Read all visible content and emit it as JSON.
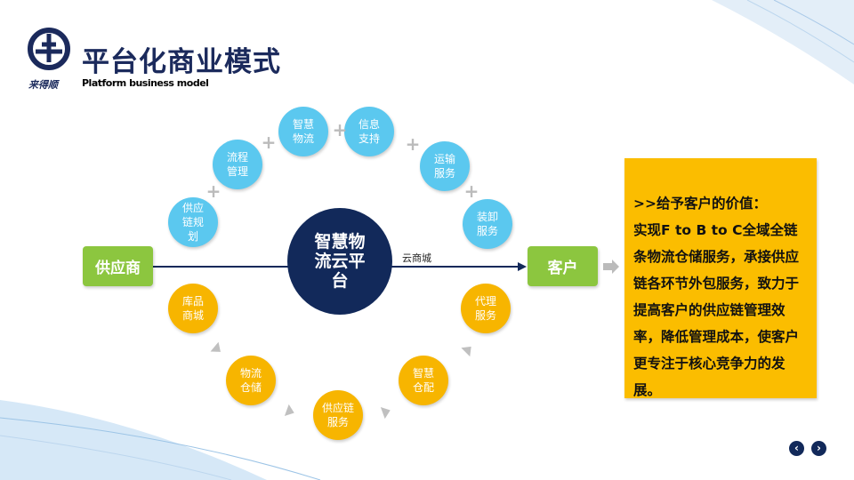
{
  "header": {
    "title": "平台化商业模式",
    "subtitle": "Platform business model",
    "logo_text": "来得顺"
  },
  "top_circles": [
    "供应\n链规\n划",
    "流程\n管理",
    "智慧\n物流",
    "信息\n支持",
    "运输\n服务",
    "装卸\n服务"
  ],
  "bottom_circles": [
    "库品\n商城",
    "物流\n仓储",
    "供应链\n服务",
    "智慧\n仓配",
    "代理\n服务"
  ],
  "supplier": "供应商",
  "customer": "客户",
  "center": "智慧物\n流云平\n台",
  "flow_label": "云商城",
  "value_box": {
    "heading": ">>给予客户的价值：",
    "body": "实现F to B to C全域全链条物流仓储服务，承接供应链各环节外包服务，致力于提高客户的供应链管理效率，降低管理成本，使客户更专注于核心竞争力的发展。"
  },
  "nav": {
    "prev": "‹",
    "next": "›"
  },
  "colors": {
    "navy": "#12295a",
    "blue": "#5bc8ef",
    "yellow": "#f7b500",
    "green": "#8cc63f",
    "box": "#fbbd00"
  }
}
